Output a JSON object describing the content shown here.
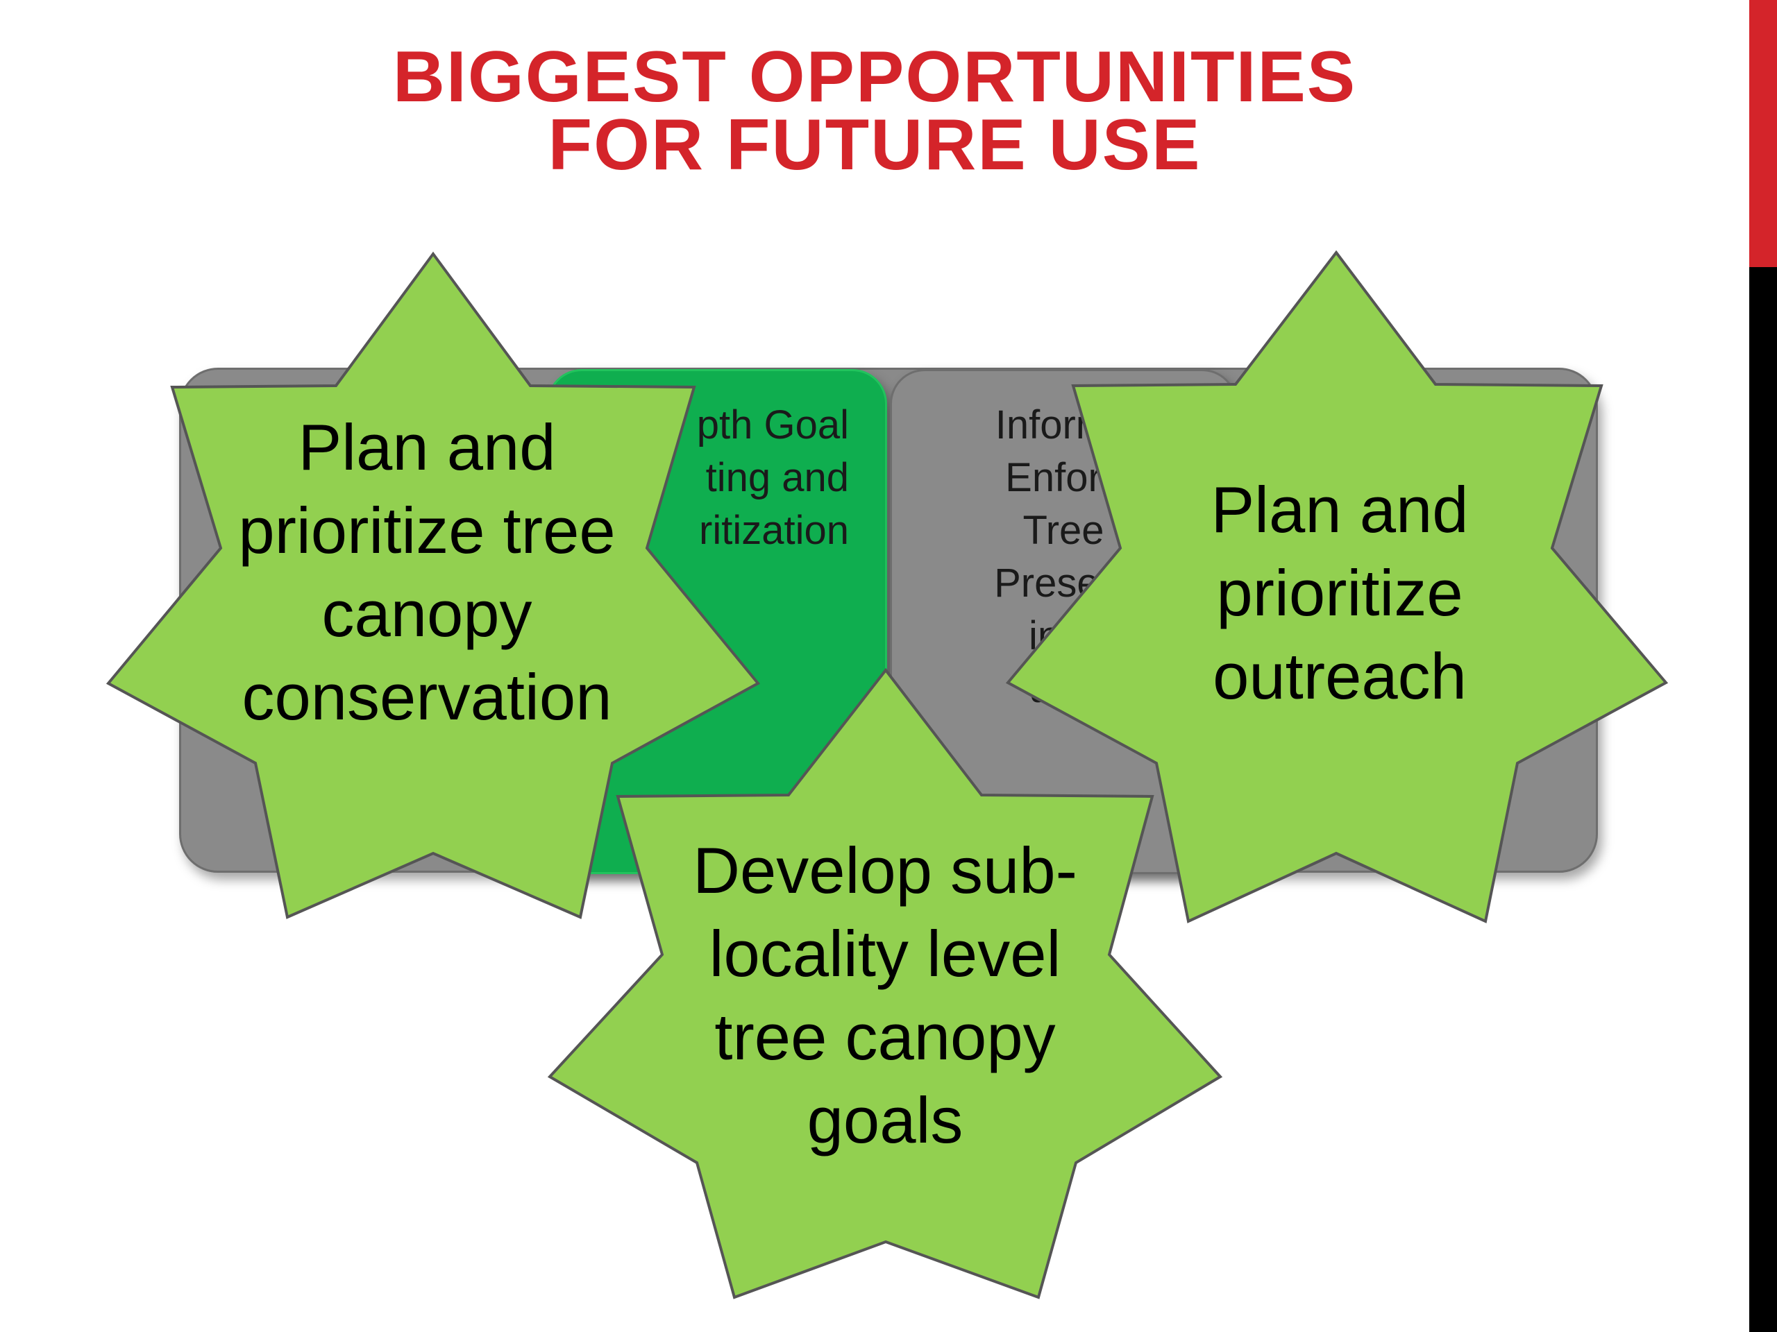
{
  "title": {
    "line1": "BIGGEST OPPORTUNITIES",
    "line2": "FOR FUTURE USE"
  },
  "colors": {
    "title_red": "#d4242a",
    "side_bar_top": "#d4242a",
    "side_bar_bottom": "#000000",
    "box_gray": "#8a8a8a",
    "box_gray_border": "#6e6e6e",
    "box_green": "#0fae4f",
    "box_green_border": "#22c35d",
    "star_fill": "#92d050",
    "star_stroke": "#555555"
  },
  "boxes": {
    "middle": {
      "visible_text": "pth Goal\nting and\nritization"
    },
    "right": {
      "visible_text": "Informir\nEnforc\nTree\nPreserv\nin P\nand"
    }
  },
  "stars": {
    "left": {
      "lines": [
        "Plan and",
        "prioritize tree",
        "canopy",
        "conservation"
      ]
    },
    "right": {
      "lines": [
        "Plan and",
        "prioritize",
        "outreach"
      ]
    },
    "bottom": {
      "lines": [
        "Develop sub-",
        "locality level",
        "tree canopy",
        "goals"
      ]
    }
  }
}
